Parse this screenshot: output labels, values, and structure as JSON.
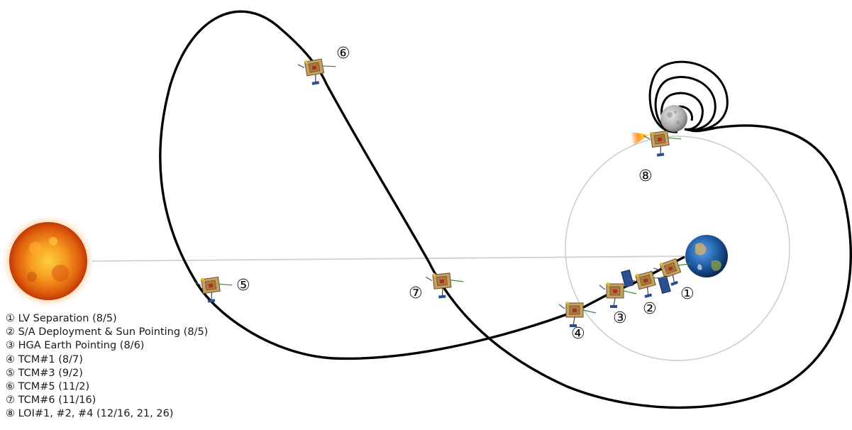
{
  "markers": [
    {
      "id": "1",
      "symbol": "①"
    },
    {
      "id": "2",
      "symbol": "②"
    },
    {
      "id": "3",
      "symbol": "③"
    },
    {
      "id": "4",
      "symbol": "④"
    },
    {
      "id": "5",
      "symbol": "⑤"
    },
    {
      "id": "6",
      "symbol": "⑥"
    },
    {
      "id": "7",
      "symbol": "⑦"
    },
    {
      "id": "8",
      "symbol": "⑧"
    }
  ],
  "legend": [
    "① LV Separation (8/5)",
    "② S/A Deployment & Sun Pointing (8/5)",
    "③ HGA Earth Pointing (8/6)",
    "④ TCM#1 (8/7)",
    "⑤ TCM#3 (9/2)",
    "⑥ TCM#5 (11/2)",
    "⑦ TCM#6 (11/16)",
    "⑧ LOI#1, #2, #4 (12/16, 21, 26)"
  ],
  "colors": {
    "trajectory": "#000000",
    "moon_orbit": "#c8c8c8",
    "sun_line": "#d0d0d0",
    "sun": "#f07818",
    "earth_ocean": "#1f5fa8",
    "moon": "#b4b4b4",
    "spacecraft_body": "#c8a060",
    "solar_panel": "#2a4f8f"
  },
  "icons": [
    "sun-icon",
    "earth-icon",
    "moon-icon",
    "spacecraft-icon"
  ]
}
